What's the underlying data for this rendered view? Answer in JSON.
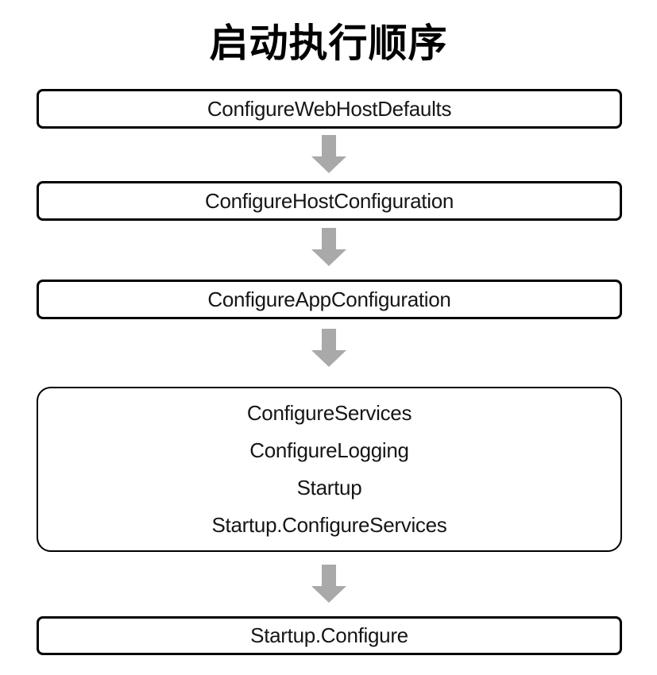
{
  "title": "启动执行顺序",
  "colors": {
    "arrow": "#a9a9a9",
    "border": "#000000",
    "background": "#ffffff",
    "text": "#161616"
  },
  "flow": {
    "steps": [
      {
        "label": "ConfigureWebHostDefaults"
      },
      {
        "label": "ConfigureHostConfiguration"
      },
      {
        "label": "ConfigureAppConfiguration"
      }
    ],
    "group": {
      "items": [
        {
          "label": "ConfigureServices"
        },
        {
          "label": "ConfigureLogging"
        },
        {
          "label": "Startup"
        },
        {
          "label": "Startup.ConfigureServices"
        }
      ]
    },
    "final_step": {
      "label": "Startup.Configure"
    }
  }
}
